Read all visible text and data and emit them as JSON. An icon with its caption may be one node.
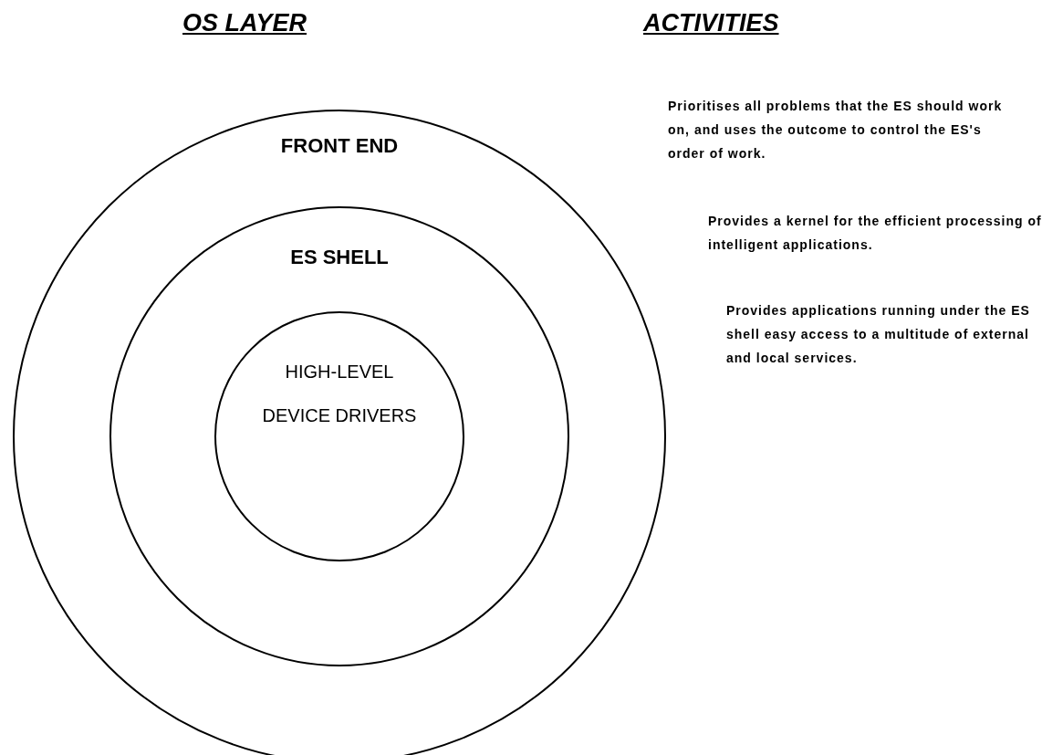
{
  "diagram": {
    "nodes": [
      {
        "text": [
          "FRONT END"
        ]
      },
      {
        "text": [
          "ES SHELL"
        ],
        "in": 0
      },
      {
        "text": [
          "HIGH-LEVEL DEVICE DRIVERS"
        ],
        "in": 1
      }
    ],
    "labels": [
      "OS LAYER",
      "ACTIVITIES",
      "Prioritises all problems that the ES should work on, and uses the outcome to control the ES's order of work.",
      "Provides a kernel for the efficient processing of intelligent applications.",
      "Provides applications running under the ES shell easy access to a multitude of external and local services."
    ]
  }
}
